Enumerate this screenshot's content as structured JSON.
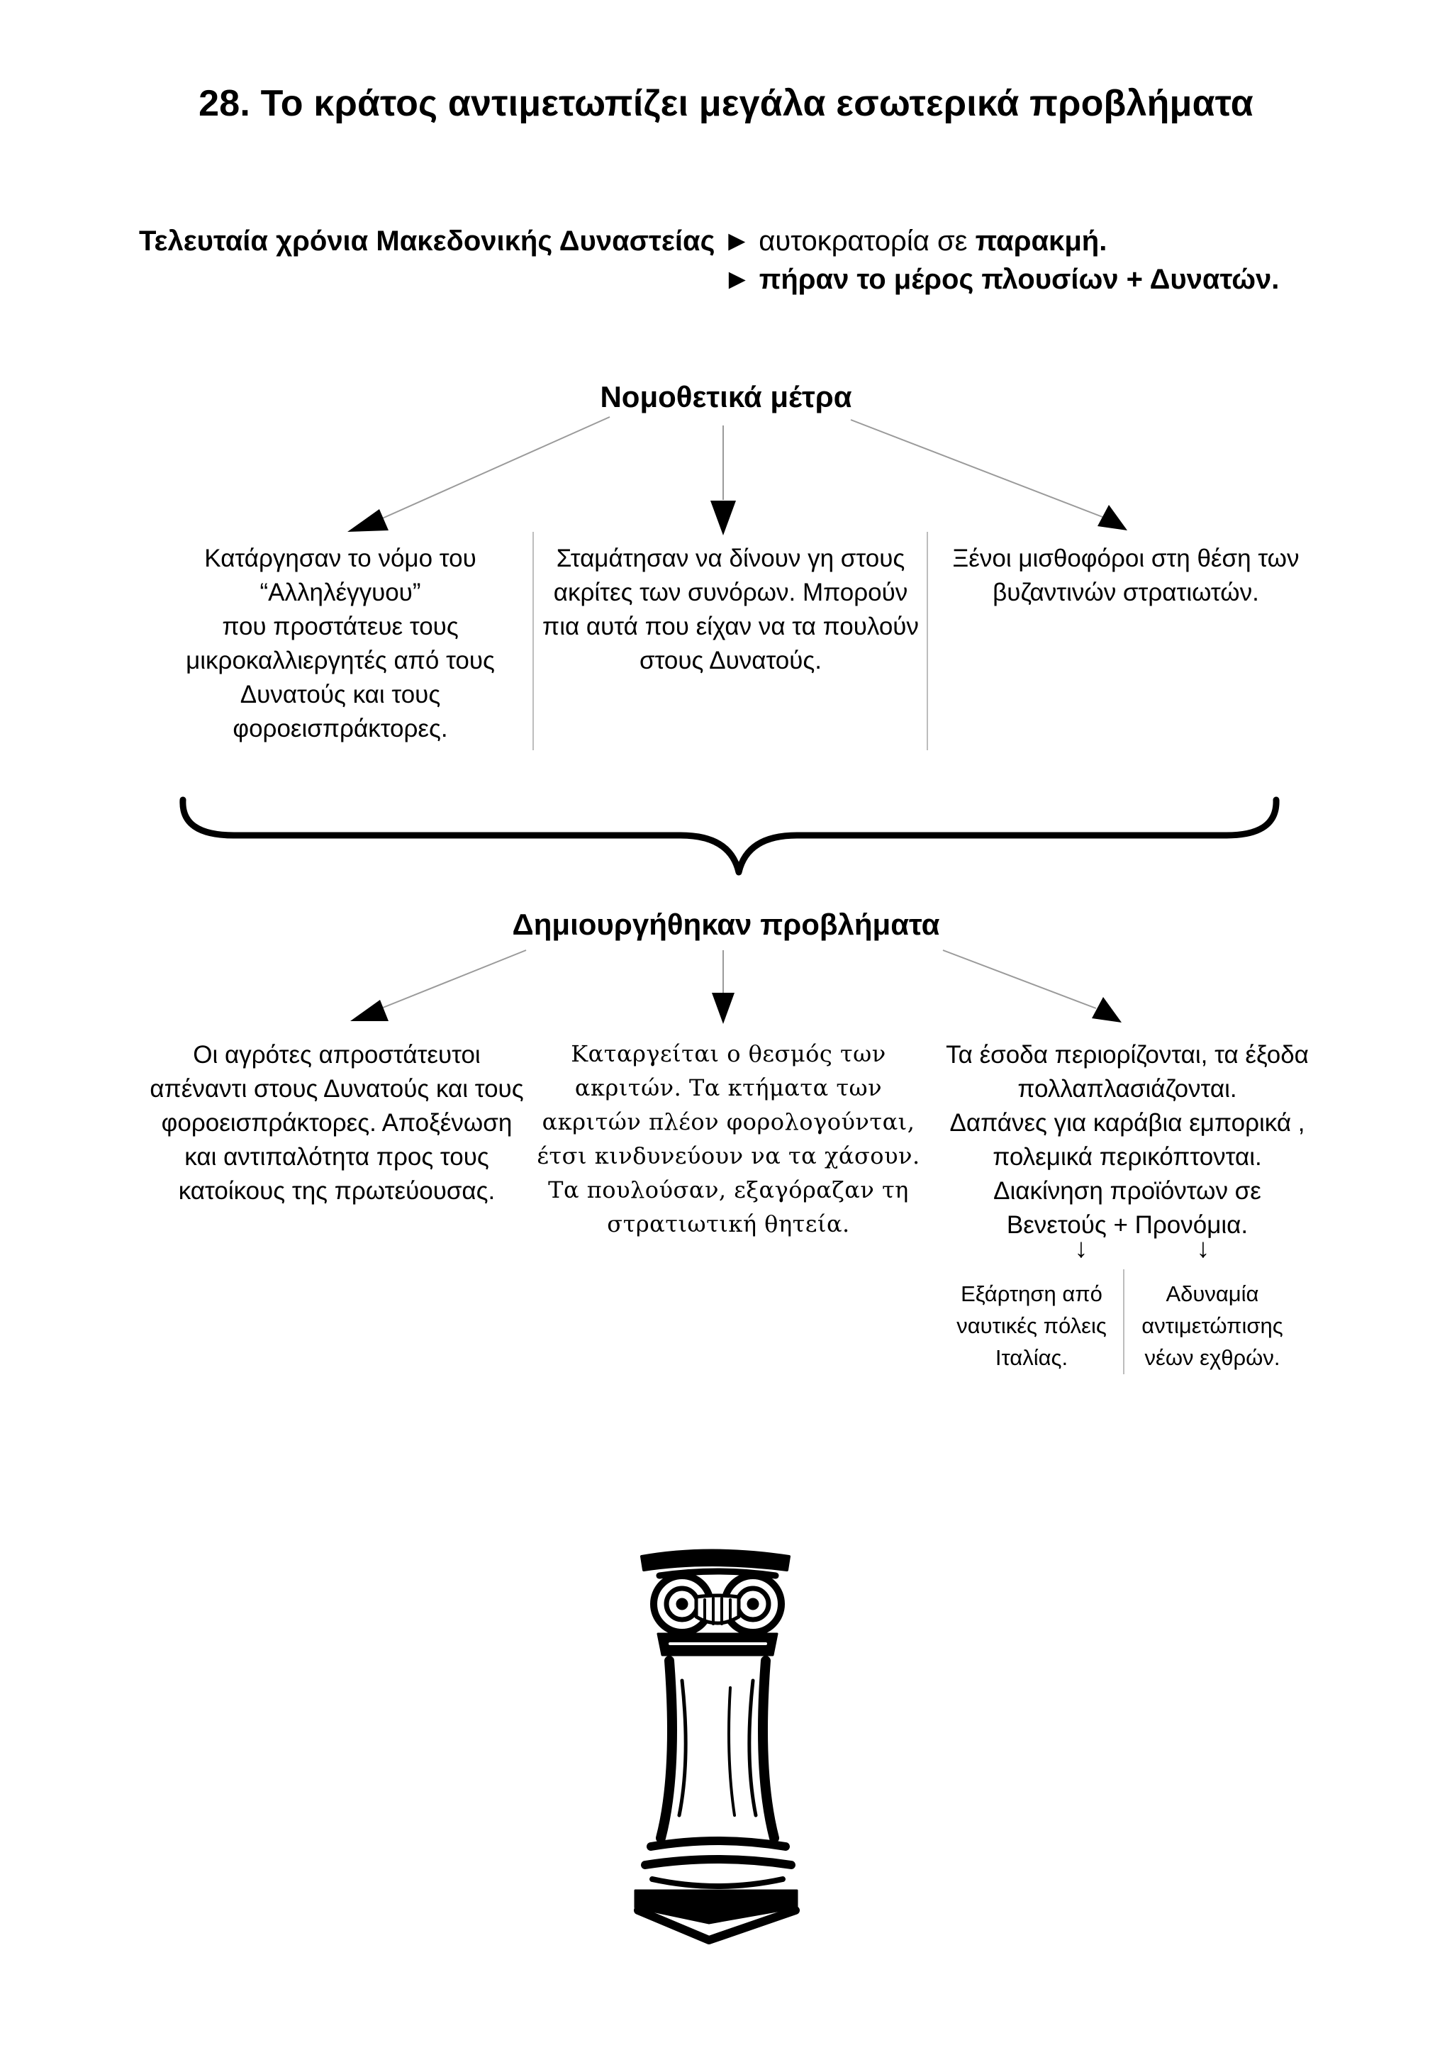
{
  "title": "28. Το κράτος αντιμετωπίζει μεγάλα εσωτερικά προβλήματα",
  "intro": {
    "lead": "Τελευταία χρόνια Μακεδονικής Δυναστείας",
    "arrow": "►",
    "point1_text": "αυτοκρατορία σε",
    "point1_bold": "παρακμή.",
    "point2": "πήραν το μέρος πλουσίων + Δυνατών."
  },
  "section1": {
    "heading": "Νομοθετικά μέτρα",
    "boxes": [
      {
        "lines": [
          "Κατάργησαν το νόμο του",
          "“Αλληλέγγυου”",
          "που προστάτευε τους",
          "μικροκαλλιεργητές από τους",
          "Δυνατούς και τους",
          "φοροεισπράκτορες."
        ]
      },
      {
        "lines": [
          "Σταμάτησαν να δίνουν γη στους",
          "ακρίτες των συνόρων. Μπορούν",
          "πια αυτά που είχαν να τα πουλούν",
          "στους Δυνατούς."
        ]
      },
      {
        "lines": [
          "Ξένοι μισθοφόροι στη θέση των",
          "βυζαντινών στρατιωτών."
        ]
      }
    ]
  },
  "section2": {
    "heading": "Δημιουργήθηκαν προβλήματα",
    "boxes": [
      {
        "lines": [
          "Οι αγρότες απροστάτευτοι",
          "απέναντι στους Δυνατούς και τους",
          "φοροεισπράκτορες. Αποξένωση",
          "και αντιπαλότητα προς τους",
          "κατοίκους της πρωτεύουσας."
        ]
      },
      {
        "lines": [
          "Καταργείται ο θεσμός των",
          "ακριτών. Τα κτήματα των",
          "ακριτών πλέον φορολογούνται,",
          "έτσι κινδυνεύουν να τα χάσουν.",
          "Τα πουλούσαν, εξαγόραζαν τη",
          "στρατιωτική θητεία."
        ]
      },
      {
        "lines": [
          "Τα έσοδα περιορίζονται, τα έξοδα",
          "πολλαπλασιάζονται.",
          "Δαπάνες για καράβια εμπορικά ,",
          "πολεμικά περικόπτονται.",
          "Διακίνηση προϊόντων σε",
          "Βενετούς + Προνόμια."
        ]
      }
    ],
    "down_arrow": "↓",
    "consequences": [
      {
        "lines": [
          "Εξάρτηση από",
          "ναυτικές πόλεις",
          "Ιταλίας."
        ]
      },
      {
        "lines": [
          "Αδυναμία",
          "αντιμετώπισης",
          "νέων εχθρών."
        ]
      }
    ]
  },
  "illustration": {
    "icon": "ionic-column-icon"
  }
}
